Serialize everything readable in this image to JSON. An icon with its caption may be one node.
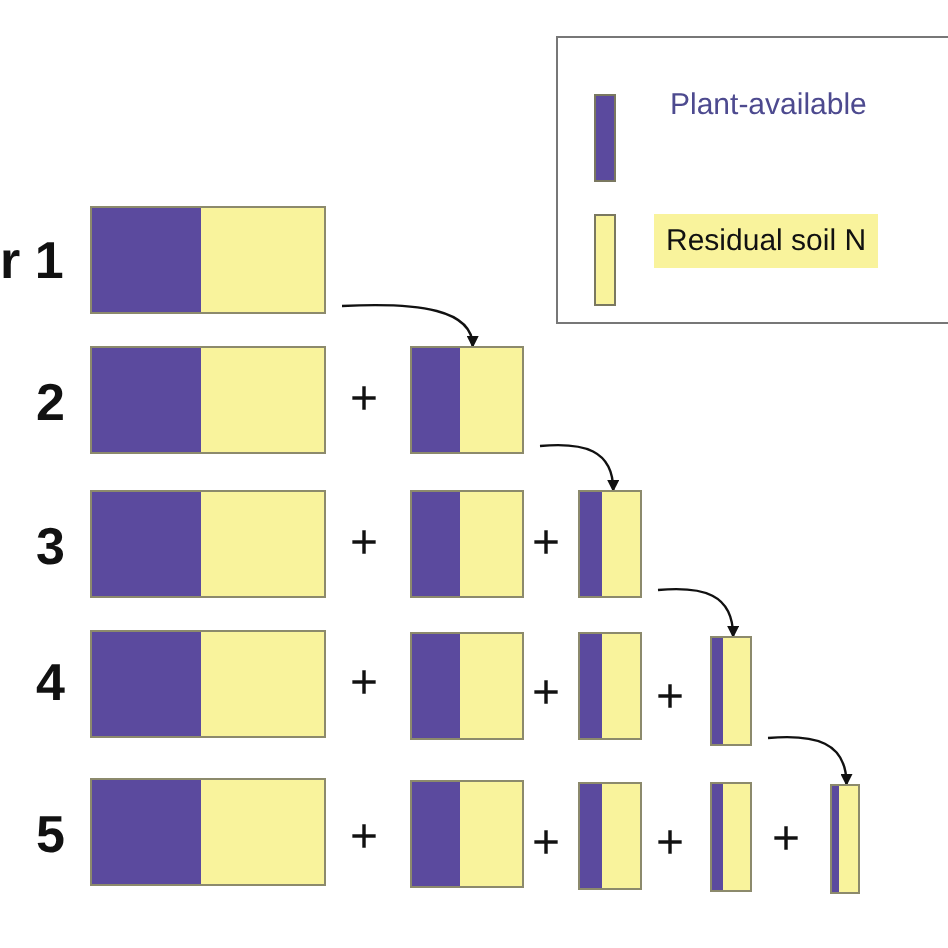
{
  "diagram": {
    "nodes": [
      {
        "text": [],
        "shape": "box"
      },
      {
        "text": [],
        "shape": "box"
      },
      {
        "text": [],
        "shape": "box"
      },
      {
        "text": [],
        "shape": "box"
      },
      {
        "text": [],
        "shape": "box"
      },
      {
        "text": [],
        "shape": "box"
      },
      {
        "text": [],
        "shape": "box"
      },
      {
        "text": [],
        "shape": "box"
      },
      {
        "text": [],
        "shape": "box"
      },
      {
        "text": [],
        "shape": "box"
      },
      {
        "text": [],
        "shape": "box"
      },
      {
        "text": [],
        "shape": "box"
      },
      {
        "text": [],
        "shape": "box"
      },
      {
        "text": [],
        "shape": "box"
      },
      {
        "text": [],
        "shape": "box"
      }
    ],
    "edges": [
      {
        "from": 0,
        "to": 2,
        "arrow": "to"
      },
      {
        "from": 2,
        "to": 5,
        "arrow": "to"
      },
      {
        "from": 5,
        "to": 9,
        "arrow": "to"
      },
      {
        "from": 9,
        "to": 14,
        "arrow": "to"
      }
    ],
    "labels": [
      "r 1",
      "2",
      "+",
      "3",
      "+",
      "+",
      "4",
      "+",
      "+",
      "+",
      "5",
      "+",
      "+",
      "+",
      "+"
    ],
    "legend": [
      {
        "text": "Plant-available",
        "color": "#5b4a9e"
      },
      {
        "text": "Residual soil N",
        "color": "#f9f39c"
      }
    ]
  }
}
